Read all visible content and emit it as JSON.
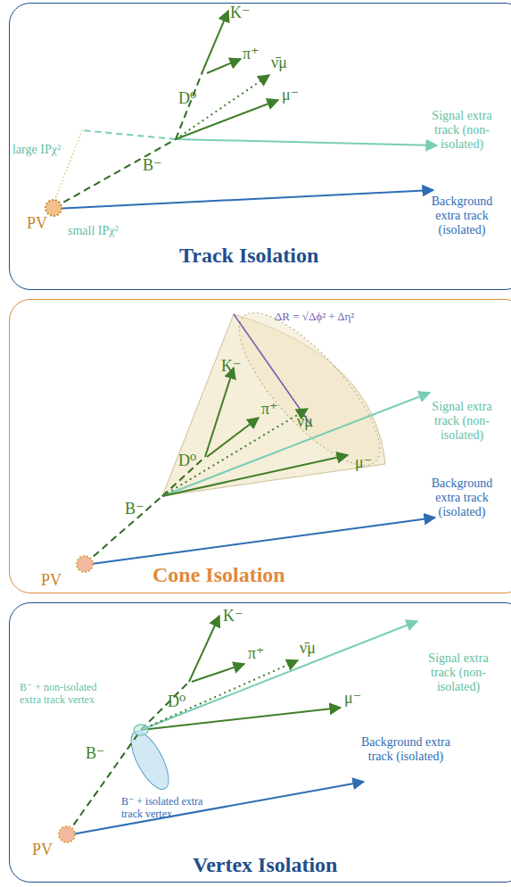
{
  "diagram": {
    "nodes": [
      {
        "text": [
          "Track Isolation"
        ]
      },
      {
        "text": [
          "Cone Isolation"
        ]
      },
      {
        "text": [
          "Vertex Isolation"
        ]
      }
    ],
    "labels": [
      "K⁻",
      "π⁺",
      "ν̄μ",
      "D⁰",
      "μ⁻",
      "B⁻",
      "PV",
      "large IPχ²",
      "small IPχ²",
      "Signal extra track (non-isolated)",
      "Background extra track (isolated)",
      "ΔR = √Δϕ² + Δη²",
      "K⁻",
      "π⁺",
      "ν̄μ",
      "D⁰",
      "μ⁻",
      "B⁻",
      "PV",
      "Signal extra track (non-isolated)",
      "Background extra track (isolated)",
      "K⁻",
      "π⁺",
      "ν̄μ",
      "D⁰",
      "μ⁻",
      "B⁻",
      "PV",
      "B⁻ + non-isolated extra track vertex",
      "B⁻ + isolated extra track vertex",
      "Signal extra track (non-isolated)",
      "Background extra track (isolated)"
    ]
  }
}
